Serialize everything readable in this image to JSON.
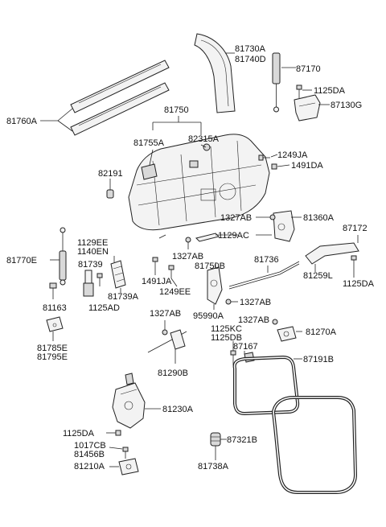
{
  "labels": {
    "81730A": "81730A",
    "81740D": "81740D",
    "87170": "87170",
    "1125DA_top": "1125DA",
    "87130G": "87130G",
    "81760A": "81760A",
    "81750": "81750",
    "81755A": "81755A",
    "82315A": "82315A",
    "1249JA": "1249JA",
    "1491DA": "1491DA",
    "82191": "82191",
    "1327AB_a": "1327AB",
    "81360A": "81360A",
    "1129AC": "1129AC",
    "87172": "87172",
    "1129EE": "1129EE",
    "1140EN": "1140EN",
    "81770E": "81770E",
    "81739": "81739",
    "1327AB_b": "1327AB",
    "81750B": "81750B",
    "81736": "81736",
    "81259L": "81259L",
    "1125DA_mid": "1125DA",
    "81739A": "81739A",
    "1491JA": "1491JA",
    "1249EE": "1249EE",
    "81163": "81163",
    "1125AD": "1125AD",
    "1327AB_c": "1327AB",
    "95990A": "95990A",
    "1327AB_d": "1327AB",
    "1327AB_e": "1327AB",
    "81270A": "81270A",
    "81785E": "81785E",
    "81795E": "81795E",
    "1125KC": "1125KC",
    "1125DB": "1125DB",
    "87167": "87167",
    "87191B": "87191B",
    "81290B": "81290B",
    "81230A": "81230A",
    "1125DA_low": "1125DA",
    "87321B": "87321B",
    "1017CB": "1017CB",
    "81456B": "81456B",
    "81210A": "81210A",
    "81738A": "81738A"
  }
}
